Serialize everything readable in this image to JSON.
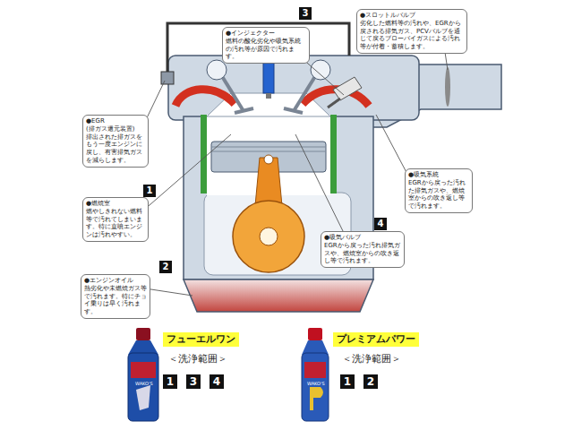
{
  "diagram": {
    "nodes": [
      {
        "text": [
          "●インジェクター",
          "燃料の酸化劣化や吸気系統の汚れ等が原因で汚れます。"
        ]
      },
      {
        "text": [
          "●スロットルバルブ",
          "劣化した燃料等の汚れや、EGRから戻される排気ガス、PCVバルブを通じて戻るブローバイガスによる汚れ等が付着・蓄積します。"
        ]
      },
      {
        "text": [
          "●EGR",
          "(排ガス還元装置)",
          "排出された排ガスをもう一度エンジンに戻し、有害排気ガスを減らします。"
        ]
      },
      {
        "text": [
          "●吸気系統",
          "EGRから戻った汚れた排気ガスや、燃焼室からの吹き返し等で汚れます。"
        ]
      },
      {
        "text": [
          "●燃焼室",
          "燃やしきれない燃料等で汚れてしまいます。特に直噴エンジンは汚れやすい。"
        ]
      },
      {
        "text": [
          "●吸気バルブ",
          "EGRから戻った汚れ排気ガスや、燃焼室からの吹き返し等で汚れます。"
        ]
      },
      {
        "text": [
          "●エンジンオイル",
          "熱劣化や未燃焼ガス等で汚れます。特にチョイ乗りは早く汚れます。"
        ]
      },
      {
        "text": [
          "フューエルワン"
        ]
      },
      {
        "text": [
          "プレミアムパワー"
        ]
      }
    ],
    "labels": [
      "3",
      "1",
      "4",
      "2",
      "＜洗浄範囲＞",
      "1",
      "3",
      "4",
      "＜洗浄範囲＞",
      "1",
      "2",
      "WAKO'S",
      "WAKO'S"
    ]
  }
}
